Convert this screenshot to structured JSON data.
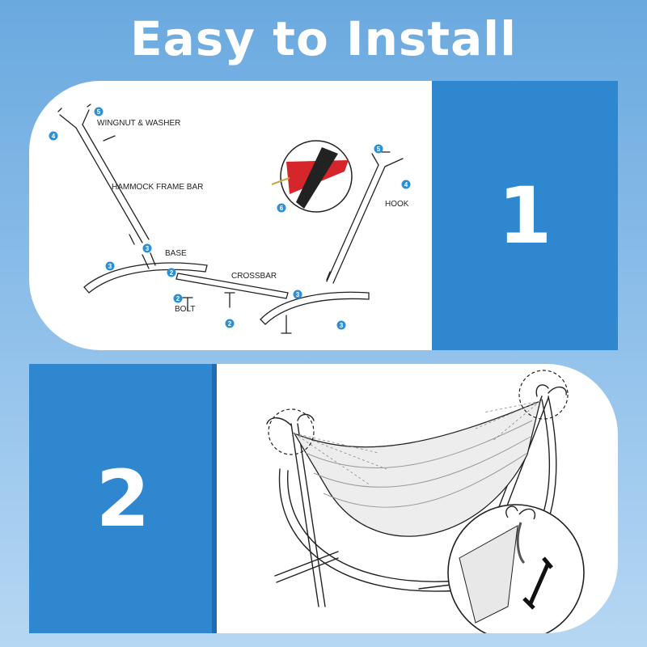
{
  "headline": "Easy to Install",
  "steps": [
    {
      "number": "1"
    },
    {
      "number": "2"
    }
  ],
  "diagram": {
    "labels": {
      "wingnut_washer": "WINGNUT & WASHER",
      "frame_bar": "HAMMOCK FRAME BAR",
      "base": "BASE",
      "crossbar": "CROSSBAR",
      "bolt": "BOLT",
      "hook": "HOOK"
    },
    "callouts": {
      "c1": "5",
      "c2": "4",
      "c3": "3",
      "c4": "3",
      "c5": "2",
      "c6": "2",
      "c7": "2",
      "c8": "3",
      "c9": "3",
      "c10": "5",
      "c11": "4",
      "c12": "6"
    }
  },
  "colors": {
    "accent_blue": "#2f87cf",
    "callout_blue": "#2b8fd6",
    "rope_red": "#d7262b"
  }
}
